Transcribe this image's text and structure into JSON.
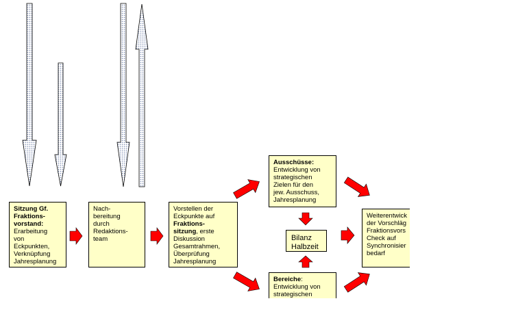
{
  "boxes": {
    "sitzung": {
      "title": "Sitzung  Gf. Fraktions-vorstand:",
      "title_lines": [
        "Sitzung  Gf.",
        "Fraktions-",
        "vorstand:"
      ],
      "body_lines": [
        "Erarbeitung",
        "von",
        "Eckpunkten,",
        "Verknüpfung",
        "Jahresplanung"
      ]
    },
    "nachbereitung": {
      "body_lines": [
        "Nach-",
        "bereitung",
        "durch",
        "Redaktions-",
        "team"
      ]
    },
    "vorstellen": {
      "pre_lines": [
        "Vorstellen der",
        "Eckpunkte auf"
      ],
      "bold_lines": [
        "Fraktions-",
        "sitzung"
      ],
      "post_first": ", erste",
      "post_lines": [
        "Diskussion",
        "Gesamtrahmen,",
        "Überprüfung",
        "Jahresplanung"
      ]
    },
    "ausschuesse": {
      "title": "Ausschüsse:",
      "body_lines": [
        "Entwicklung von",
        "strategischen",
        "Zielen für den",
        "jew. Ausschuss,",
        "Jahresplanung"
      ]
    },
    "bilanz": {
      "lines": [
        "Bilanz",
        "Halbzeit"
      ]
    },
    "bereiche": {
      "title": "Bereiche",
      "title_suffix": ":",
      "body_lines": [
        "Entwicklung von",
        "strategischen"
      ]
    },
    "weiter": {
      "body_lines": [
        "Weiterentwick",
        "der Vorschläg",
        "Fraktionsvors",
        "Check auf",
        "Synchronisier",
        "bedarf"
      ]
    }
  },
  "colors": {
    "box_fill": "#ffffc8",
    "arrow_red": "#ff0000",
    "dotted_arrow_fill": "#c8d8ff"
  }
}
